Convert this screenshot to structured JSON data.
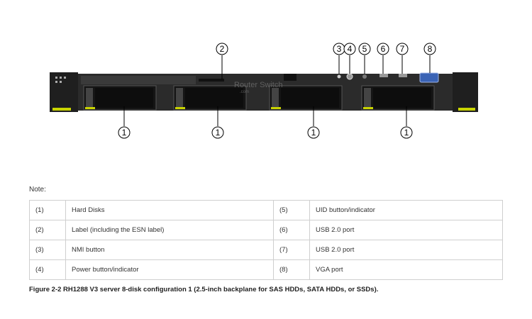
{
  "figure": {
    "callouts": [
      "1",
      "2",
      "3",
      "4",
      "5",
      "6",
      "7",
      "8"
    ],
    "watermark": "Router Switch",
    "watermark_sub": ".com",
    "colors": {
      "chassis": "#2b2b2b",
      "bay": "#1a1a1a",
      "accent": "#c9d400",
      "vga_blue": "#3a63b5"
    }
  },
  "note": "Note:",
  "table": {
    "rows": [
      {
        "num": "(1)",
        "desc": "Hard Disks",
        "num2": "(5)",
        "desc2": "UID button/indicator"
      },
      {
        "num": "(2)",
        "desc": "Label (including the ESN label)",
        "num2": "(6)",
        "desc2": "USB 2.0 port"
      },
      {
        "num": "(3)",
        "desc": "NMI button",
        "num2": "(7)",
        "desc2": "USB 2.0 port"
      },
      {
        "num": "(4)",
        "desc": "Power button/indicator",
        "num2": "(8)",
        "desc2": "VGA port"
      }
    ]
  },
  "caption": "Figure 2-2 RH1288 V3 server 8-disk configuration 1 (2.5-inch backplane for SAS HDDs, SATA HDDs, or SSDs)."
}
